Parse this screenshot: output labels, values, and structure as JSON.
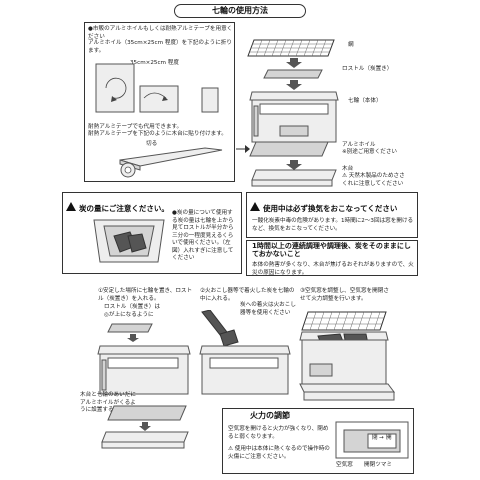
{
  "title": "七輪の使用方法",
  "prep": {
    "text1": "●市販のアルミホイルもしくは耐熱アルミテープを用意ください",
    "text2": "アルミホイル（35cm×25cm 程度）を下記のように折ります。",
    "size_label": "35cm×25cm 程度",
    "text3": "耐熱アルミテープでも代用できます。",
    "text4": "耐熱アルミテープを下記のように木台に貼り付けます。",
    "cut_label": "切る"
  },
  "parts": {
    "net": "網",
    "rostle": "ロストル（炭置き）",
    "body": "七輪（本体）",
    "foil": "アルミホイル",
    "foil_note": "※別途ご用意ください",
    "base": "木台",
    "base_note": "⚠ 天然木製品のためささくれに注意してください"
  },
  "charcoal_warning": {
    "heading": "炭の量にご注意ください。",
    "text": "●炭の量について使用する炭の量は七輪を上から見てロストルが半分から三分の一程度見えるくらいで使用ください。（左図）入れすぎに注意してください"
  },
  "ventilation": {
    "heading": "使用中は必ず換気をおこなってください",
    "text": "一酸化炭素中毒の危険があります。1時間に2～3回は窓を開けるなど、換気をおこなってください。"
  },
  "continuous": {
    "heading": "1時間以上の連続調理や調理後、炭をそのままにしておかないこと",
    "text": "本体の熱害が多くなり、木台が焦げるおそれがありますので、火災の原因になります。"
  },
  "steps": {
    "step1": "①安定した場所に七輪を置き、ロストル（炭置き）を入れる。",
    "step1_note": "ロストル（炭置き）は◎が上になるように",
    "step2": "②火おこし器等で着火した炭を七輪の中に入れる。",
    "step2_note": "炭への着火は火おこし器等を使用ください",
    "step3": "③空気窓を調整し、空気窓を開閉させて火力調整を行います。",
    "step_foil": "木台と七輪のあいだにアルミホイルがくるように設置する"
  },
  "heat": {
    "heading": "火力の調節",
    "text1": "空気窓を開けると火力が強くなり、閉めると弱くなります。",
    "text2": "⚠ 使用中は本体に熱くなるので操作時の火傷にご注意ください。",
    "close_label": "閉",
    "open_label": "開",
    "window_label": "空気窓",
    "knob_label": "開閉ツマミ"
  }
}
